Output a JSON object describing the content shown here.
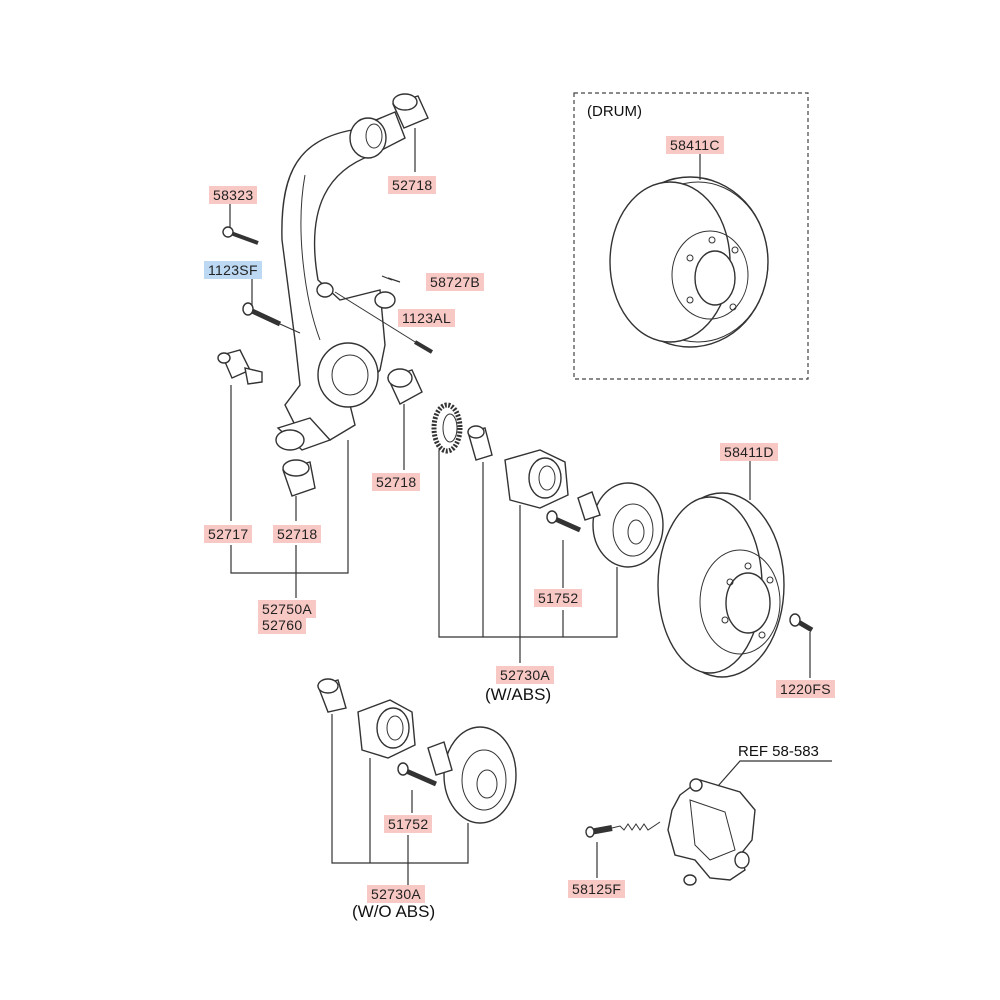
{
  "labels": {
    "p58323": "58323",
    "p1123SF": "1123SF",
    "p52718_top": "52718",
    "p58727B": "58727B",
    "p1123AL": "1123AL",
    "p52718_mid": "52718",
    "p52717": "52717",
    "p52718_low": "52718",
    "p52750A": "52750A",
    "p52760": "52760",
    "p58411C": "58411C",
    "p58411D": "58411D",
    "p51752_abs": "51752",
    "p52730A_abs": "52730A",
    "p1220FS": "1220FS",
    "p51752_noabs": "51752",
    "p52730A_noabs": "52730A",
    "p58125F": "58125F"
  },
  "captions": {
    "drum": "(DRUM)",
    "with_abs": "(W/ABS)",
    "without_abs": "(W/O ABS)",
    "ref": "REF 58-583"
  },
  "colors": {
    "label_highlight": "#f8c8c4",
    "label_highlight_blue": "#bcd8f2"
  }
}
